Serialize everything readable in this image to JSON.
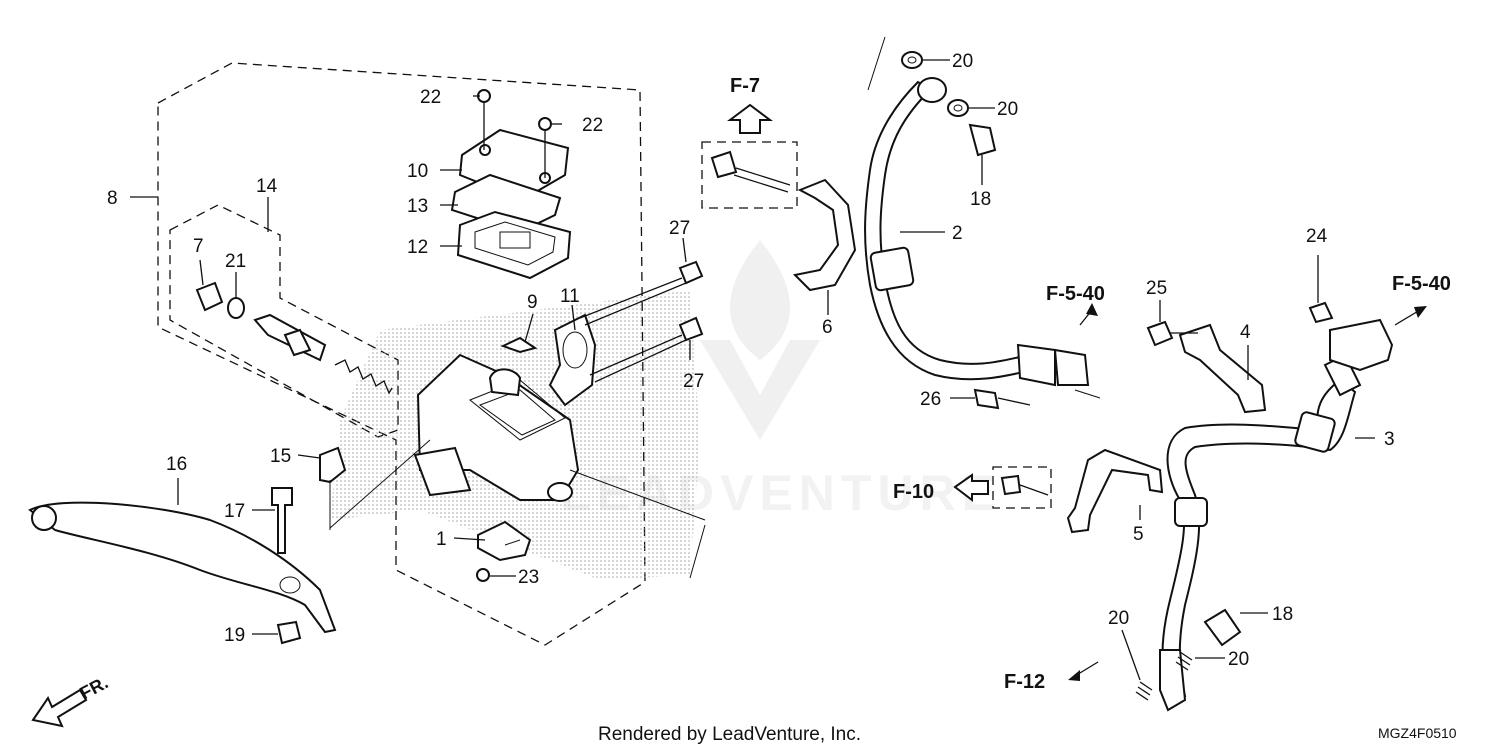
{
  "diagram": {
    "part_callouts": [
      {
        "id": "c1",
        "label": "1"
      },
      {
        "id": "c2",
        "label": "2"
      },
      {
        "id": "c3",
        "label": "3"
      },
      {
        "id": "c4",
        "label": "4"
      },
      {
        "id": "c5",
        "label": "5"
      },
      {
        "id": "c6",
        "label": "6"
      },
      {
        "id": "c7",
        "label": "7"
      },
      {
        "id": "c8",
        "label": "8"
      },
      {
        "id": "c9",
        "label": "9"
      },
      {
        "id": "c10",
        "label": "10"
      },
      {
        "id": "c11",
        "label": "11"
      },
      {
        "id": "c12",
        "label": "12"
      },
      {
        "id": "c13",
        "label": "13"
      },
      {
        "id": "c14",
        "label": "14"
      },
      {
        "id": "c15",
        "label": "15"
      },
      {
        "id": "c16",
        "label": "16"
      },
      {
        "id": "c17",
        "label": "17"
      },
      {
        "id": "c18a",
        "label": "18"
      },
      {
        "id": "c18b",
        "label": "18"
      },
      {
        "id": "c19",
        "label": "19"
      },
      {
        "id": "c20a",
        "label": "20"
      },
      {
        "id": "c20b",
        "label": "20"
      },
      {
        "id": "c20c",
        "label": "20"
      },
      {
        "id": "c20d",
        "label": "20"
      },
      {
        "id": "c21",
        "label": "21"
      },
      {
        "id": "c22a",
        "label": "22"
      },
      {
        "id": "c22b",
        "label": "22"
      },
      {
        "id": "c23",
        "label": "23"
      },
      {
        "id": "c24",
        "label": "24"
      },
      {
        "id": "c25",
        "label": "25"
      },
      {
        "id": "c26",
        "label": "26"
      },
      {
        "id": "c27a",
        "label": "27"
      },
      {
        "id": "c27b",
        "label": "27"
      }
    ],
    "section_refs": [
      {
        "id": "f7",
        "label": "F-7"
      },
      {
        "id": "f540a",
        "label": "F-5-40"
      },
      {
        "id": "f540b",
        "label": "F-5-40"
      },
      {
        "id": "f10",
        "label": "F-10"
      },
      {
        "id": "f12",
        "label": "F-12"
      }
    ],
    "direction_label": "FR.",
    "footer": {
      "credit": "Rendered by LeadVenture, Inc.",
      "code": "MGZ4F0510"
    },
    "watermark": "LEADVENTURE"
  }
}
